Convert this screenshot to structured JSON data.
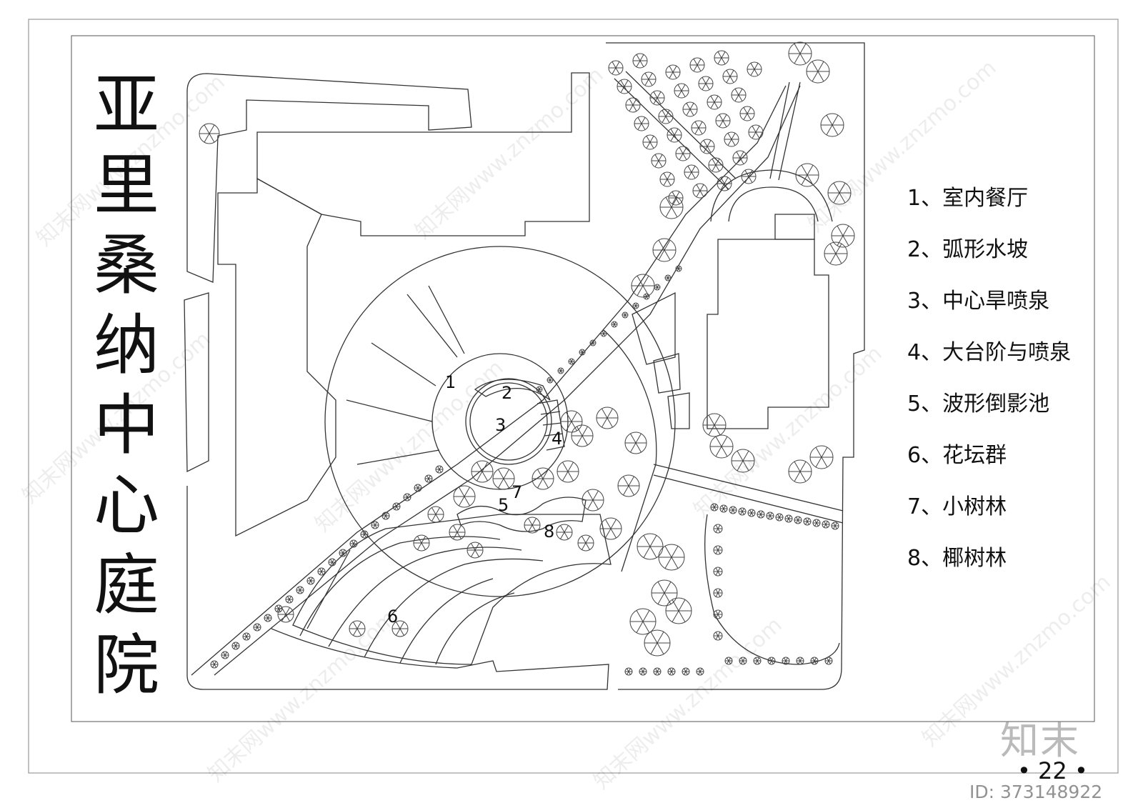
{
  "title": {
    "chars": [
      "亚",
      "里",
      "桑",
      "纳",
      "中",
      "心",
      "庭",
      "院"
    ]
  },
  "legend": [
    {
      "label": "1、室内餐厅"
    },
    {
      "label": "2、弧形水坡"
    },
    {
      "label": "3、中心旱喷泉"
    },
    {
      "label": "4、大台阶与喷泉"
    },
    {
      "label": "5、波形倒影池"
    },
    {
      "label": "6、花坛群"
    },
    {
      "label": "7、小树林"
    },
    {
      "label": "8、椰树林"
    }
  ],
  "plan_markers": [
    "1",
    "2",
    "3",
    "4",
    "5",
    "6",
    "7",
    "8"
  ],
  "watermark": {
    "text": "知末网www.znzmo.com",
    "logo": "知末",
    "page_number": "• 22 •",
    "id_text": "ID: 373148922"
  },
  "colors": {
    "line": "#333333",
    "paper": "#ffffff"
  }
}
